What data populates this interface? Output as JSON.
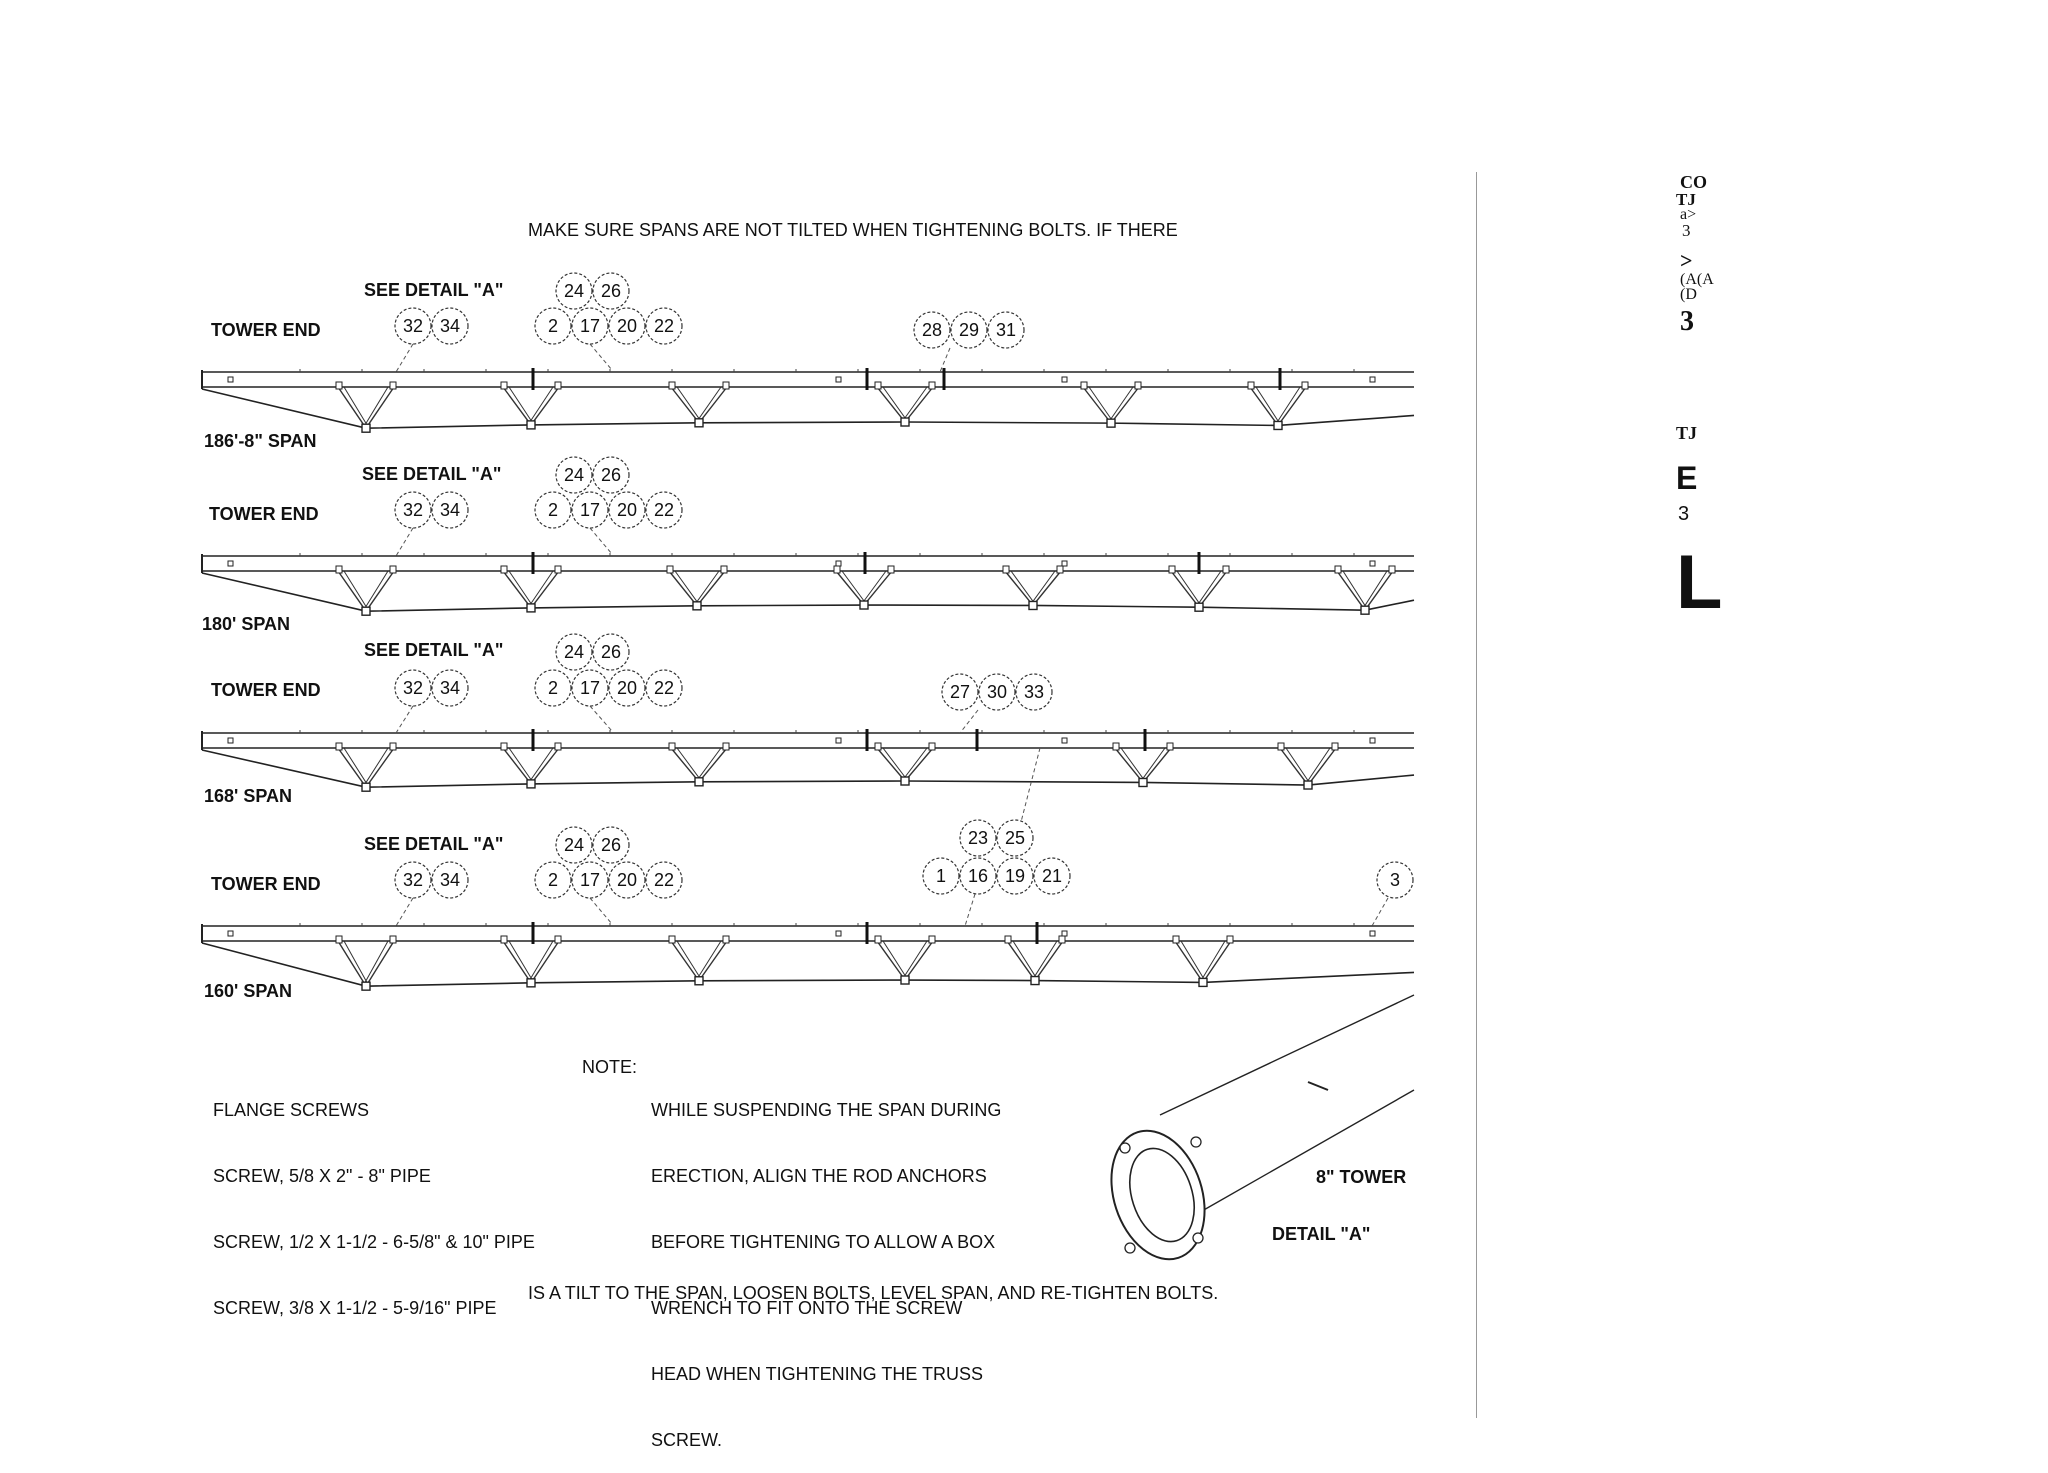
{
  "top_note": "MAKE SURE SPANS ARE NOT TILTED WHEN TIGHTENING BOLTS. IF THERE",
  "bottom_note": "IS A TILT TO THE SPAN, LOOSEN BOLTS, LEVEL SPAN, AND RE-TIGHTEN BOLTS.",
  "spans": [
    {
      "see_detail": "SEE DETAIL \"A\"",
      "tower_end": "TOWER END",
      "span_label": "186'-8\" SPAN",
      "left_callouts": [
        "32",
        "34"
      ],
      "upper_callouts": [
        "24",
        "26"
      ],
      "lower_callouts": [
        "2",
        "17",
        "20",
        "22"
      ],
      "right_callouts": [
        "28",
        "29",
        "31"
      ]
    },
    {
      "see_detail": "SEE DETAIL \"A\"",
      "tower_end": "TOWER END",
      "span_label": "180' SPAN",
      "left_callouts": [
        "32",
        "34"
      ],
      "upper_callouts": [
        "24",
        "26"
      ],
      "lower_callouts": [
        "2",
        "17",
        "20",
        "22"
      ],
      "right_callouts": []
    },
    {
      "see_detail": "SEE DETAIL \"A\"",
      "tower_end": "TOWER END",
      "span_label": "168' SPAN",
      "left_callouts": [
        "32",
        "34"
      ],
      "upper_callouts": [
        "24",
        "26"
      ],
      "lower_callouts": [
        "2",
        "17",
        "20",
        "22"
      ],
      "right_callouts": [
        "27",
        "30",
        "33"
      ]
    },
    {
      "see_detail": "SEE DETAIL \"A\"",
      "tower_end": "TOWER END",
      "span_label": "160' SPAN",
      "left_callouts": [
        "32",
        "34"
      ],
      "upper_callouts": [
        "24",
        "26"
      ],
      "lower_callouts": [
        "2",
        "17",
        "20",
        "22"
      ],
      "mid_upper_callouts": [
        "23",
        "25"
      ],
      "mid_lower_callouts": [
        "1",
        "16",
        "19",
        "21"
      ],
      "end_callout": "3"
    }
  ],
  "flange_screws": {
    "title": "FLANGE SCREWS",
    "lines": [
      "SCREW, 5/8 X 2\" - 8\" PIPE",
      "SCREW, 1/2 X 1-1/2 - 6-5/8\" & 10\" PIPE",
      "SCREW, 3/8 X 1-1/2 - 5-9/16\" PIPE"
    ]
  },
  "note": {
    "label": "NOTE:",
    "lines": [
      "WHILE SUSPENDING THE SPAN DURING",
      "ERECTION, ALIGN THE ROD ANCHORS",
      "BEFORE TIGHTENING TO ALLOW A BOX",
      "WRENCH TO FIT ONTO THE SCREW",
      "HEAD WHEN TIGHTENING THE TRUSS",
      "SCREW."
    ]
  },
  "detail": {
    "tower_label": "8\" TOWER",
    "detail_label": "DETAIL \"A\""
  },
  "sidebar": {
    "chars": [
      "CO",
      "TJ",
      "a>",
      "3",
      ">",
      "(A(A",
      "(D",
      "3",
      "TJ",
      "E",
      "3",
      "L"
    ]
  }
}
